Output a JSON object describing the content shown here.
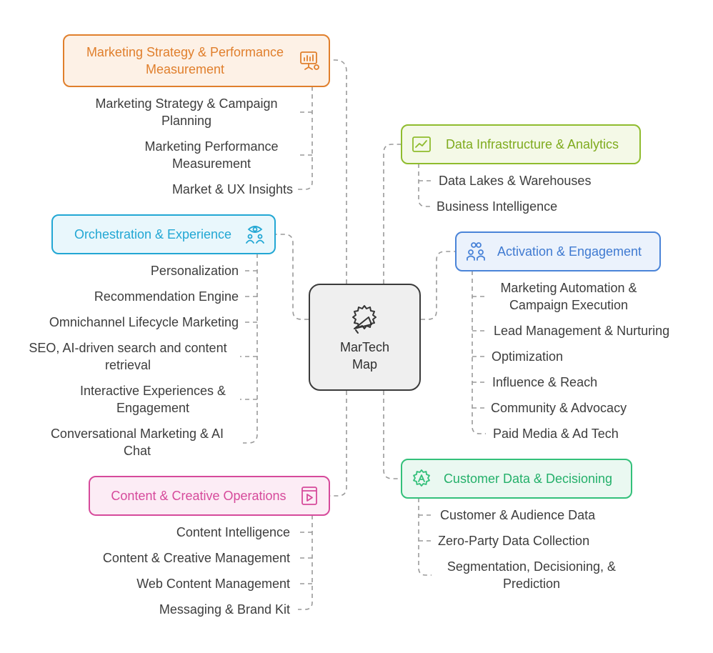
{
  "center": {
    "line1": "MarTech",
    "line2": "Map",
    "icon": "megaphone-icon"
  },
  "branches": {
    "strategy": {
      "title1": "Marketing Strategy & Performance",
      "title2": "Measurement",
      "icon": "presentation-chart-icon",
      "color": "#e07f2c",
      "bg": "#fdf1e6",
      "items": [
        "Marketing Strategy & Campaign",
        "Planning",
        "Marketing Performance",
        "Measurement",
        "Market & UX Insights"
      ]
    },
    "orchestration": {
      "title": "Orchestration & Experience",
      "icon": "eye-users-icon",
      "color": "#22a7d4",
      "bg": "#e9f7fc",
      "items": [
        "Personalization",
        "Recommendation Engine",
        "Omnichannel Lifecycle Marketing",
        "SEO, AI-driven search and content",
        "retrieval",
        "Interactive Experiences &",
        "Engagement",
        "Conversational Marketing & AI",
        "Chat"
      ]
    },
    "content": {
      "title": "Content & Creative Operations",
      "icon": "media-library-icon",
      "color": "#d64a9b",
      "bg": "#fcecf5",
      "items": [
        "Content Intelligence",
        "Content & Creative Management",
        "Web Content Management",
        "Messaging & Brand Kit"
      ]
    },
    "data": {
      "title": "Data Infrastructure & Analytics",
      "icon": "line-chart-icon",
      "color": "#8fbc2e",
      "bg": "#f4f9e7",
      "items": [
        "Data Lakes & Warehouses",
        "Business Intelligence"
      ]
    },
    "activation": {
      "title": "Activation & Engagement",
      "icon": "team-icon",
      "color": "#4a84d8",
      "bg": "#ebf2fc",
      "items": [
        "Marketing Automation &",
        "Campaign Execution",
        " Lead Management & Nurturing",
        "Optimization",
        "Influence & Reach",
        "Community & Advocacy",
        "Paid Media & Ad Tech"
      ]
    },
    "customer": {
      "title": "Customer Data & Decisioning",
      "icon": "gear-target-icon",
      "color": "#33c07a",
      "bg": "#eaf8f1",
      "items": [
        "Customer & Audience Data",
        "Zero-Party Data Collection",
        "Segmentation, Decisioning, &",
        "Prediction"
      ]
    }
  }
}
